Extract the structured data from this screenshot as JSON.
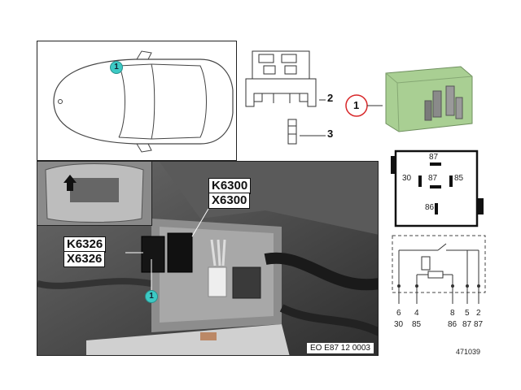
{
  "callouts": {
    "car_marker": "1",
    "photo_marker": "1",
    "relay_marker": "1",
    "housing_part": "2",
    "terminal_part": "3"
  },
  "photo": {
    "label_k6300": "K6300",
    "label_x6300": "X6300",
    "label_k6326": "K6326",
    "label_x6326": "X6326",
    "caption": "EO E87 12 0003"
  },
  "relay_pinout": {
    "top": "87",
    "left": "30",
    "center": "87",
    "right": "85",
    "bottom": "86"
  },
  "schematic": {
    "row1": [
      "6",
      "4",
      "8",
      "5",
      "2"
    ],
    "row2": [
      "30",
      "85",
      "86",
      "87",
      "87"
    ]
  },
  "diagram_number": "471039",
  "colors": {
    "callout_fill": "#3cc9c4",
    "relay_body": "#a9cf93",
    "highlight_circle": "#d8282a"
  }
}
